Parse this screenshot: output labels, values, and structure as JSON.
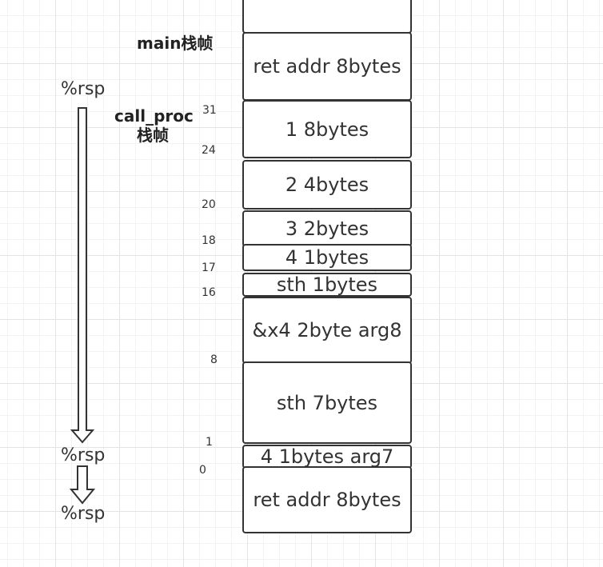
{
  "frames": {
    "main": "main栈帧",
    "call_proc_line1": "call_proc",
    "call_proc_line2": "栈帧"
  },
  "rsp_labels": [
    "%rsp",
    "%rsp",
    "%rsp"
  ],
  "cells": [
    "",
    "ret addr 8bytes",
    "1 8bytes",
    "2 4bytes",
    "3 2bytes",
    "4 1bytes",
    "sth 1bytes",
    "&x4 2byte arg8",
    "sth 7bytes",
    "4 1bytes arg7",
    "ret addr 8bytes"
  ],
  "offsets": [
    "31",
    "24",
    "20",
    "18",
    "17",
    "16",
    "8",
    "1",
    "0"
  ]
}
